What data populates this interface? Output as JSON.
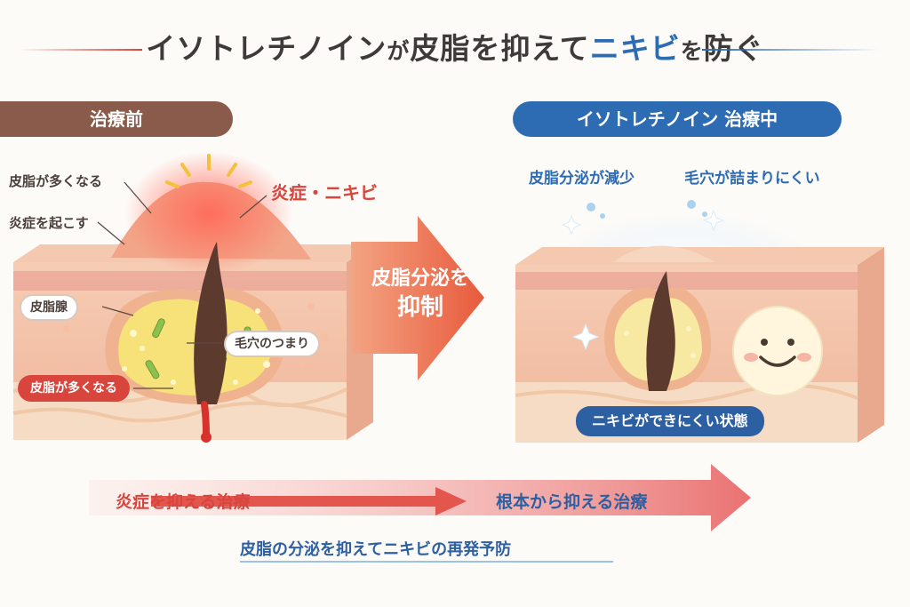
{
  "title": {
    "part1": "イソトレチノイン",
    "part2": "が",
    "part3": "皮脂を抑えて",
    "part4": "ニキビ",
    "part5": "を",
    "part6": "防ぐ"
  },
  "left_panel": {
    "header": "治療前",
    "label_sebum_increase_top": "皮脂が多くなる",
    "label_inflammation_cause": "炎症を起こす",
    "label_inflammation_acne": "炎症・ニキビ",
    "tag_sebaceous_gland": "皮脂腺",
    "tag_pore_clog": "毛穴のつまり",
    "tag_sebum_increase": "皮脂が多くなる"
  },
  "center_arrow": {
    "line1": "皮脂分泌を",
    "line2": "抑制"
  },
  "right_panel": {
    "header": "イソトレチノイン 治療中",
    "label_sebum_reduced": "皮脂分泌が減少",
    "label_pore_clear": "毛穴が詰まりにくい",
    "tag_state": "ニキビができにくい状態"
  },
  "bottom": {
    "left_text": "炎症を抑える治療",
    "right_text": "根本から抑える治療",
    "summary": "皮脂の分泌を抑えてニキビの再発予防"
  },
  "colors": {
    "brown_pill": "#8a5a4a",
    "blue_pill": "#2d6cb3",
    "red_accent": "#d8453d",
    "blue_text": "#2d6cb3",
    "skin": "#f4c3a8"
  }
}
